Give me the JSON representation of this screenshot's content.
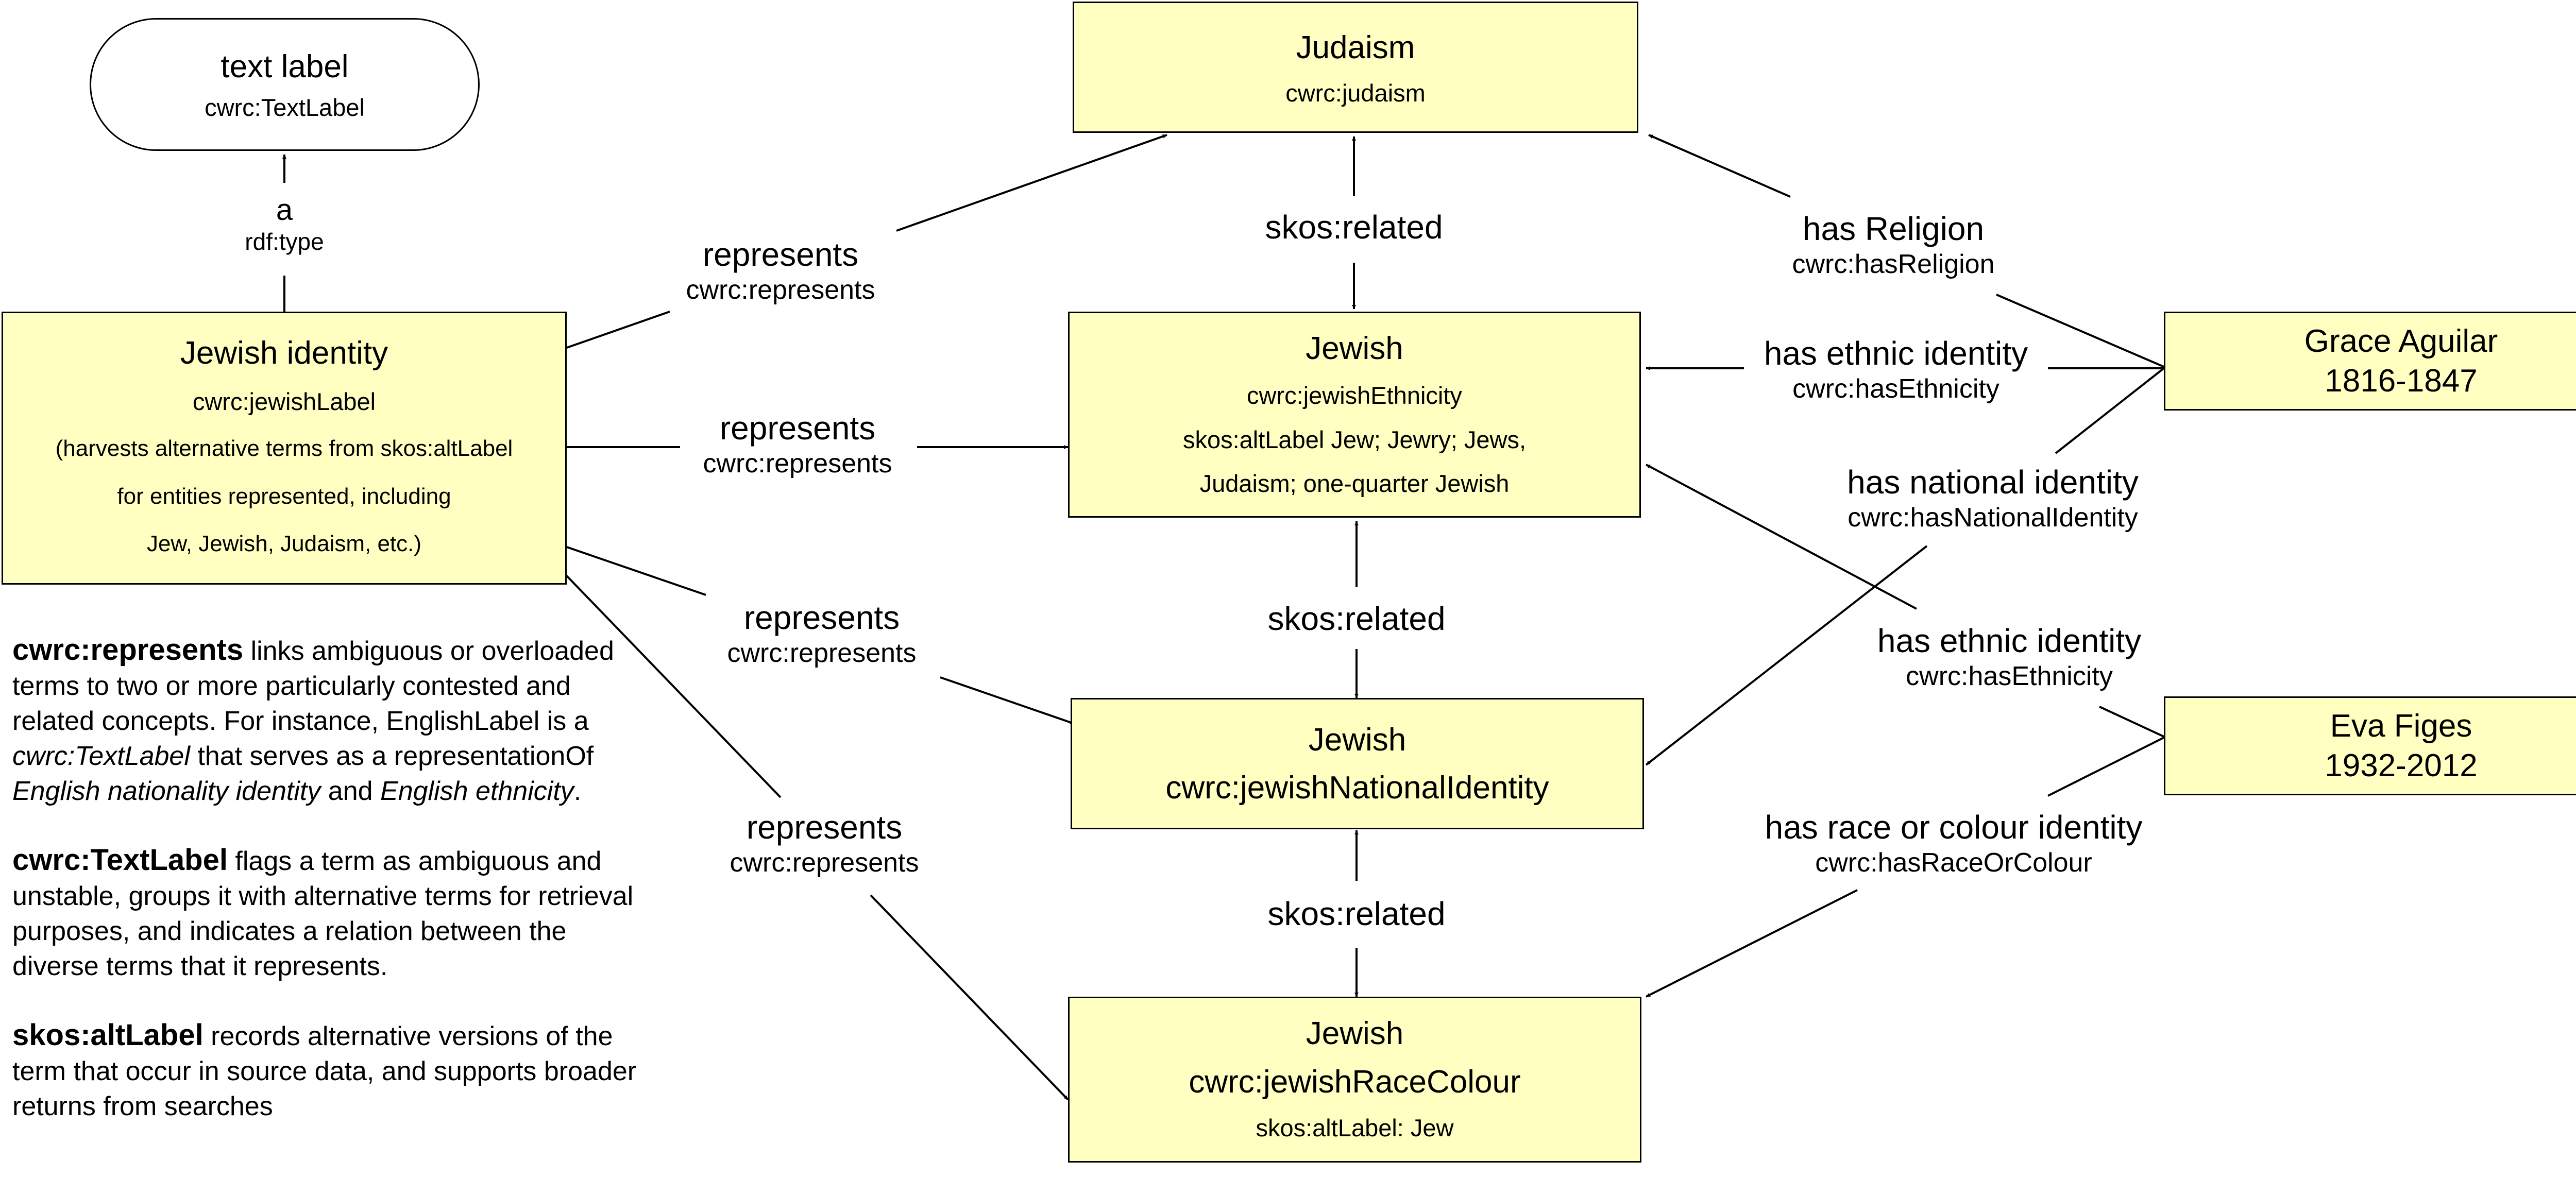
{
  "nodes": {
    "text_label": {
      "title": "text label",
      "id": "cwrc:TextLabel"
    },
    "jewish_identity": {
      "title": "Jewish identity",
      "id": "cwrc:jewishLabel",
      "note1": "(harvests alternative terms from skos:altLabel",
      "note2": "for entities represented, including",
      "note3": "Jew, Jewish, Judaism, etc.)"
    },
    "judaism": {
      "title": "Judaism",
      "id": "cwrc:judaism"
    },
    "jewish_ethnicity": {
      "title": "Jewish",
      "id": "cwrc:jewishEthnicity",
      "alt1": "skos:altLabel Jew; Jewry; Jews,",
      "alt2": "Judaism; one-quarter Jewish"
    },
    "jewish_national": {
      "title": "Jewish",
      "id": "cwrc:jewishNationalIdentity"
    },
    "jewish_race": {
      "title": "Jewish",
      "id": "cwrc:jewishRaceColour",
      "alt": "skos:altLabel: Jew"
    },
    "grace": {
      "name": "Grace Aguilar",
      "dates": "1816-1847"
    },
    "eva": {
      "name": "Eva Figes",
      "dates": "1932-2012"
    }
  },
  "edges": {
    "type": {
      "label": "a",
      "prop": "rdf:type"
    },
    "rep1": {
      "label": "represents",
      "prop": "cwrc:represents"
    },
    "rep2": {
      "label": "represents",
      "prop": "cwrc:represents"
    },
    "rep3": {
      "label": "represents",
      "prop": "cwrc:represents"
    },
    "rep4": {
      "label": "represents",
      "prop": "cwrc:represents"
    },
    "rel1": {
      "label": "skos:related"
    },
    "rel2": {
      "label": "skos:related"
    },
    "rel3": {
      "label": "skos:related"
    },
    "religion": {
      "label": "has Religion",
      "prop": "cwrc:hasReligion"
    },
    "ethnic_grace": {
      "label": "has ethnic identity",
      "prop": "cwrc:hasEthnicity"
    },
    "national_grace": {
      "label": "has national identity",
      "prop": "cwrc:hasNationalIdentity"
    },
    "ethnic_eva": {
      "label": "has ethnic identity",
      "prop": "cwrc:hasEthnicity"
    },
    "race_eva": {
      "label": "has race or colour identity",
      "prop": "cwrc:hasRaceOrColour"
    }
  },
  "notes": {
    "p1_term": "cwrc:represents",
    "p1_a": " links ambiguous or overloaded terms to two or more particularly contested and related concepts. For instance, EnglishLabel is a ",
    "p1_i1": "cwrc:TextLabel",
    "p1_b": " that serves as a representationOf ",
    "p1_i2": "English nationality identity",
    "p1_c": " and ",
    "p1_i3": "English ethnicity",
    "p1_d": ".",
    "p2_term": "cwrc:TextLabel",
    "p2_a": " flags a term as ambiguous and unstable, groups it with alternative terms for retrieval purposes, and indicates a relation between the diverse terms that it represents.",
    "p3_term": "skos:altLabel",
    "p3_a": " records alternative versions of the term that occur in source data, and supports broader returns from searches"
  }
}
